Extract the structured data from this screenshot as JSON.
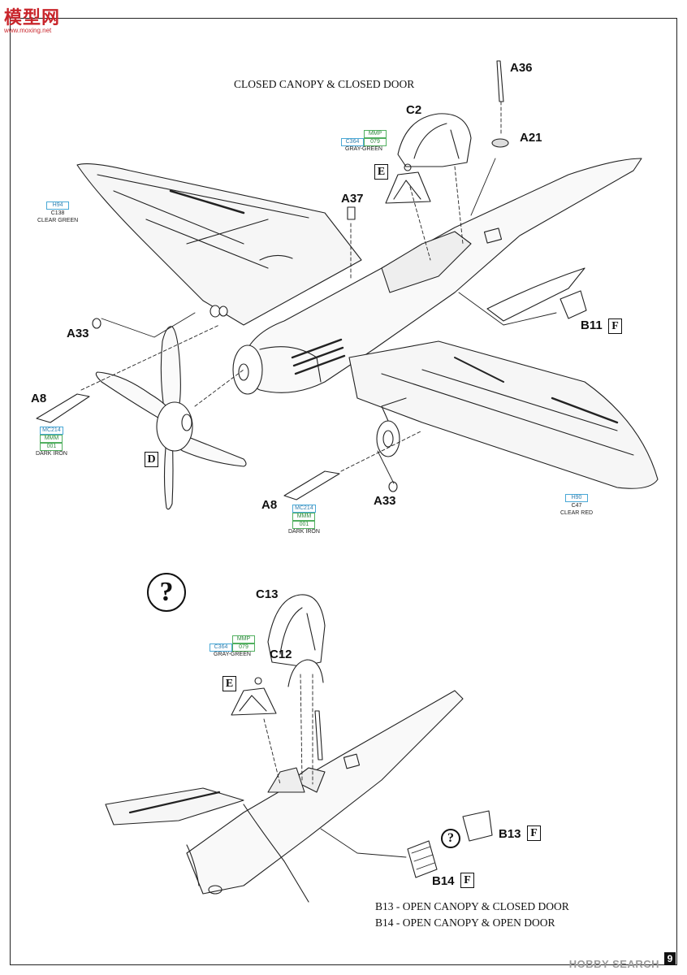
{
  "branding": {
    "logo_text": "模型网",
    "logo_sub": "www.moxing.net",
    "watermark": "HOBBY SEARCH",
    "page_number": "9"
  },
  "title_top": "CLOSED CANOPY & CLOSED DOOR",
  "labels": {
    "A36": "A36",
    "A21": "A21",
    "C2": "C2",
    "A37": "A37",
    "B11": "B11",
    "A33_left": "A33",
    "A33_bottom": "A33",
    "A8_left": "A8",
    "A8_bottom": "A8",
    "C13": "C13",
    "C12": "C12",
    "B13": "B13",
    "B14": "B14"
  },
  "boxed": {
    "E_top": "E",
    "F_b11": "F",
    "D": "D",
    "E_bottom": "E",
    "F_b13": "F",
    "F_b14": "F"
  },
  "paints": {
    "c2": {
      "code1": "MMP",
      "code2": "C364",
      "code3": "079",
      "name": "GRAY-GREEN"
    },
    "wing_left": {
      "code1": "H94",
      "code2": "C138",
      "name": "CLEAR GREEN"
    },
    "a8_left": {
      "code1": "MC214",
      "code2": "MMM",
      "code3": "001",
      "name": "DARK IRON"
    },
    "a8_bottom": {
      "code1": "MC214",
      "code2": "MMM",
      "code3": "001",
      "name": "DARK IRON"
    },
    "wing_right": {
      "code1": "H90",
      "code2": "C47",
      "name": "CLEAR RED"
    },
    "c13": {
      "code1": "MMP",
      "code2": "C364",
      "code3": "079",
      "name": "GRAY-GREEN"
    }
  },
  "question_marks": {
    "main": "?",
    "small": "?"
  },
  "captions": {
    "b13": "B13 - OPEN CANOPY & CLOSED DOOR",
    "b14": "B14 - OPEN CANOPY & OPEN DOOR"
  }
}
